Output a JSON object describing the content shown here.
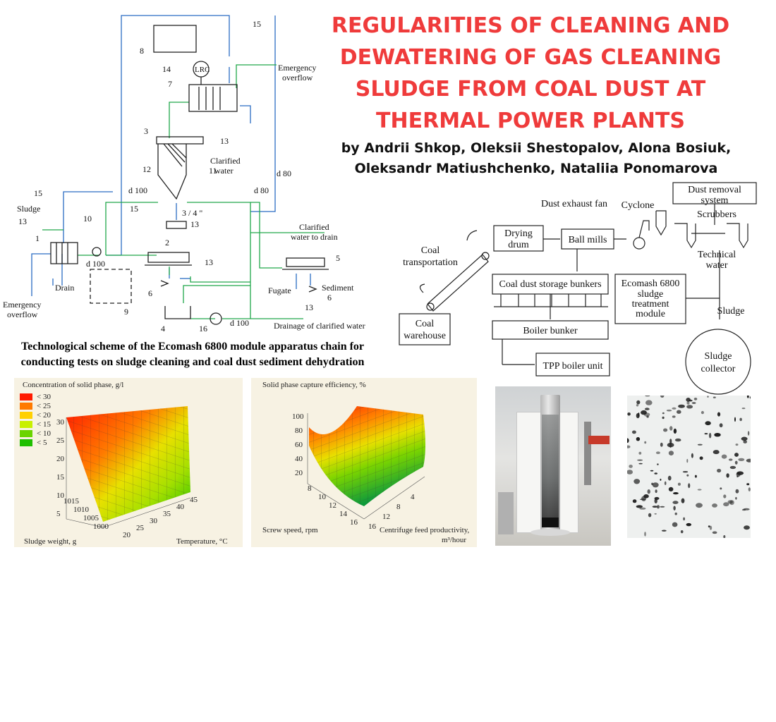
{
  "title": "REGULARITIES OF CLEANING AND DEWATERING OF GAS CLEANING SLUDGE FROM COAL DUST AT THERMAL POWER PLANTS",
  "authors_line1": "by Andrii Shkop, Oleksii Shestopalov, Alona Bosiuk,",
  "authors_line2": "Oleksandr Matiushchenko, Nataliia Ponomarova",
  "scheme": {
    "caption_line1": "Technological scheme of the Ecomash 6800 module apparatus chain for",
    "caption_line2": "conducting tests on sludge cleaning and coal dust sediment dehydration",
    "labels": {
      "n1": "1",
      "n2": "2",
      "n3": "3",
      "n4": "4",
      "n5": "5",
      "n6a": "6",
      "n6b": "6",
      "n7": "7",
      "n8": "8",
      "n9": "9",
      "n10": "10",
      "n11": "11",
      "n12": "12",
      "n13a": "13",
      "n13b": "13",
      "n13c": "13",
      "n13d": "13",
      "n13e": "13",
      "n14": "14",
      "n15a": "15",
      "n15b": "15",
      "n15c": "15",
      "n16": "16",
      "lrc": "LRC",
      "emergency_overflow_top": "Emergency\noverflow",
      "clarified_water": "Clarified\nwater",
      "sludge": "Sludge",
      "drain": "Drain",
      "emergency_overflow_left": "Emergency\noverflow",
      "d100a": "d 100",
      "d100b": "d 100",
      "d100c": "d 100",
      "d80a": "d 80",
      "d80b": "d 80",
      "three_quarter": "3 / 4 \"",
      "clarified_to_drain": "Clarified\nwater to drain",
      "fugate": "Fugate",
      "sediment": "Sediment",
      "drainage": "Drainage of clarified water"
    }
  },
  "flow": {
    "coal_transportation": "Coal\ntransportation",
    "coal_warehouse": "Coal\nwarehouse",
    "drying_drum": "Drying\ndrum",
    "ball_mills": "Ball mills",
    "dust_exhaust_fan": "Dust exhaust fan",
    "cyclone": "Cyclone",
    "dust_removal": "Dust removal\nsystem",
    "scrubbers": "Scrubbers",
    "technical_water": "Technical\nwater",
    "storage_bunkers": "Coal dust storage bunkers",
    "ecomash_module": "Ecomash 6800\nsludge\ntreatment\nmodule",
    "boiler_bunker": "Boiler bunker",
    "sludge": "Sludge",
    "tpp_boiler": "TPP boiler unit",
    "sludge_collector": "Sludge\ncollector"
  },
  "plot1": {
    "title": "Concentration of solid phase, g/l",
    "legend": [
      "< 30",
      "< 25",
      "< 20",
      "< 15",
      "< 10",
      "< 5"
    ],
    "legend_colors": [
      "#ff1a00",
      "#ff7a00",
      "#ffd000",
      "#c8f000",
      "#6ad400",
      "#1fbf00"
    ],
    "z_ticks": [
      "30",
      "25",
      "20",
      "15",
      "10",
      "5"
    ],
    "x_ticks": [
      "1015",
      "1010",
      "1005",
      "1000"
    ],
    "y_ticks": [
      "20",
      "25",
      "30",
      "35",
      "40",
      "45"
    ],
    "x_label": "Sludge weight, g",
    "y_label": "Temperature, °C"
  },
  "plot2": {
    "title": "Solid phase capture efficiency, %",
    "z_ticks": [
      "100",
      "80",
      "60",
      "40",
      "20"
    ],
    "x_ticks": [
      "8",
      "10",
      "12",
      "14",
      "16"
    ],
    "y_ticks": [
      "4",
      "8",
      "12",
      "16"
    ],
    "x_label": "Screw speed, rpm",
    "y_label_line1": "Centrifuge feed productivity,",
    "y_label_line2": "m³/hour"
  }
}
